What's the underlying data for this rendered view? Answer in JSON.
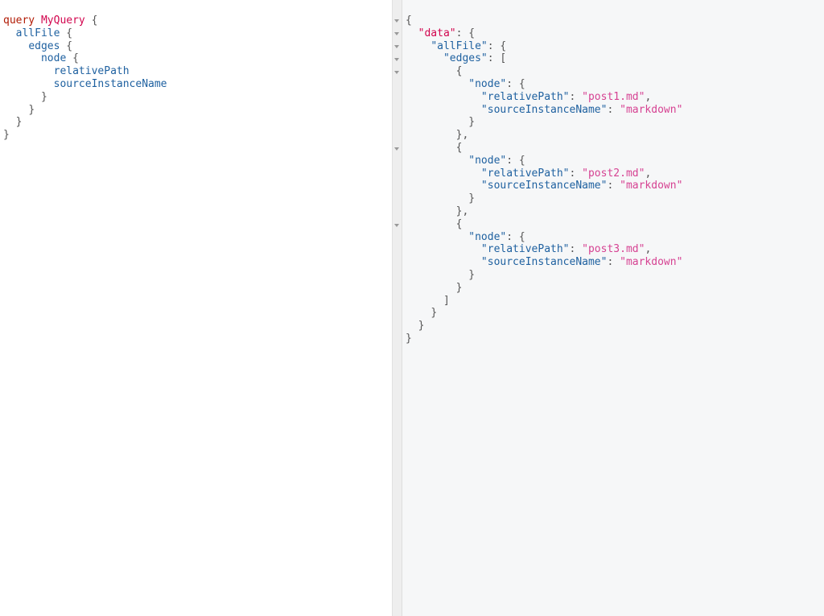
{
  "query_editor": {
    "keyword": "query",
    "operation_name": "MyQuery",
    "fields": {
      "all_file": "allFile",
      "edges": "edges",
      "node": "node",
      "relative_path": "relativePath",
      "source_instance_name": "sourceInstanceName"
    }
  },
  "result_viewer": {
    "keys": {
      "data": "\"data\"",
      "all_file": "\"allFile\"",
      "edges": "\"edges\"",
      "node": "\"node\"",
      "relative_path": "\"relativePath\"",
      "source_instance_name": "\"sourceInstanceName\""
    },
    "edges": [
      {
        "relative_path": "\"post1.md\"",
        "source_instance_name": "\"markdown\""
      },
      {
        "relative_path": "\"post2.md\"",
        "source_instance_name": "\"markdown\""
      },
      {
        "relative_path": "\"post3.md\"",
        "source_instance_name": "\"markdown\""
      }
    ]
  }
}
